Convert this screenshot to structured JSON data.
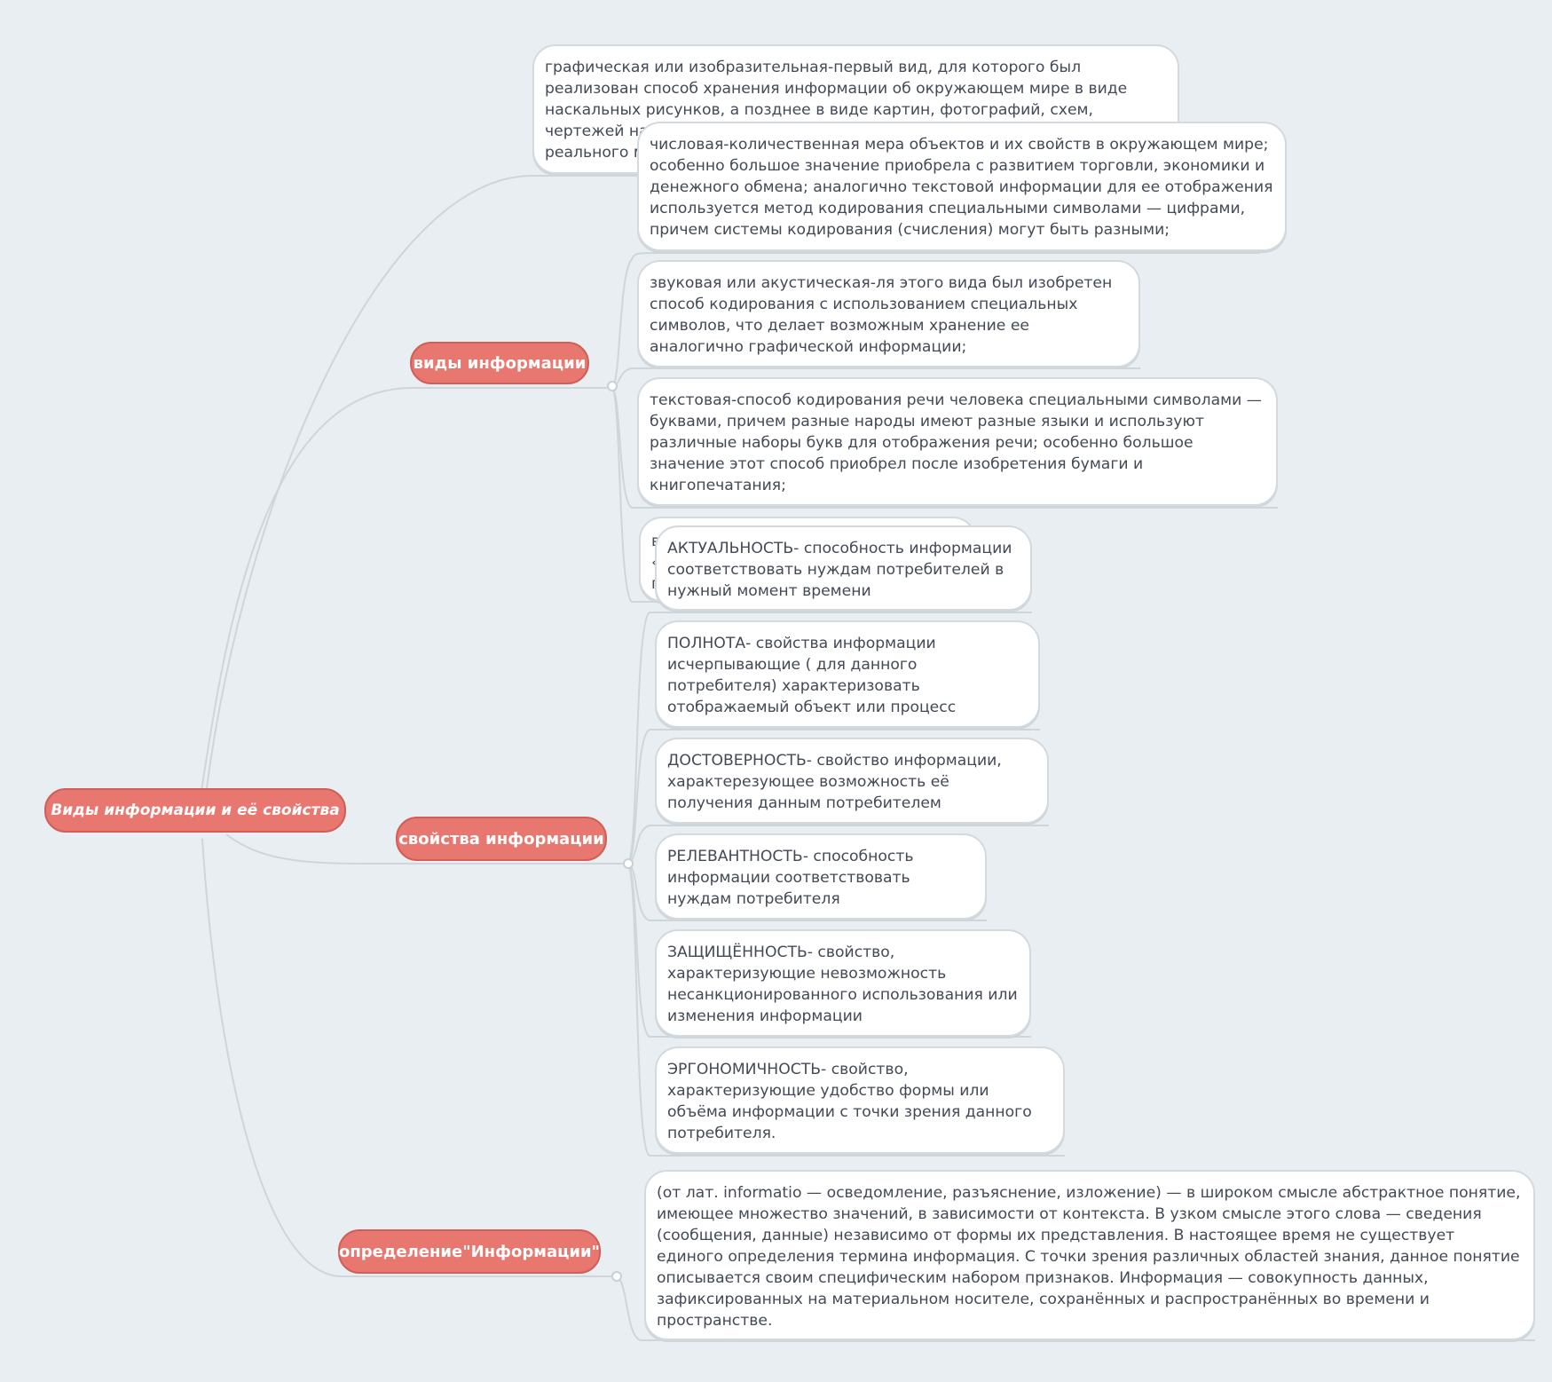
{
  "root": {
    "label": "Виды информации и её свойства"
  },
  "branches": {
    "types": {
      "label": "виды информации",
      "items": [
        "графическая или изобразительная-первый вид, для которого был реализован способ хранения информации об окружающем мире в виде наскальных рисунков, а позднее в виде картин, фотографий, схем, чертежей на бумаге, хо",
        "числовая-количественная мера объектов и их свойств в окружающем мире; особенно большое значение приобрела с развитием торговли, экономики и денежного обмена; аналогично текстовой информации для ее отображения используется метод кодирования специальными символами — цифрами, причем системы кодирования (счисления) могут быть разными;",
        "звуковая или акустическая-ля этого вида был изобретен способ кодирования с использованием специальных символов, что делает возможным хранение ее аналогично графической информации;",
        "текстовая-способ кодирования речи человека специальными символами — буквами, причем разные народы имеют разные языки и используют различные наборы букв для отображения речи; особенно большое значение этот способ приобрел после изобретения бумаги и книгопечатания;"
      ],
      "item0_tail": "реального м",
      "hidden_fragments": [
        "в",
        "«",
        "г"
      ]
    },
    "properties": {
      "label": "свойства информации",
      "items": [
        "АКТУАЛЬНОСТЬ- способность информации соответствовать нуждам потребителей в нужный момент времени",
        "ПОЛНОТА- свойства информации исчерпывающие ( для данного потребителя) характеризовать отображаемый объект или процесс",
        "ДОСТОВЕРНОСТЬ- свойство информации, характерезующее возможность её получения данным потребителем",
        "РЕЛЕВАНТНОСТЬ- способность информации соответствовать нуждам потребителя",
        "ЗАЩИЩЁННОСТЬ- свойство, характеризующие невозможность несанкционированного использования или изменения информации",
        "ЭРГОНОМИЧНОСТЬ- свойство, характеризующие удобство формы или объёма информации с точки зрения данного потребителя."
      ]
    },
    "definition": {
      "label": "определение\"Информации\"",
      "items": [
        "(от лат. informatio — осведомление, разъяснение, изложение) — в широком смысле абстрактное понятие, имеющее множество значений, в зависимости от контекста. В узком смысле этого слова — сведения (сообщения, данные) независимо от формы их представления. В настоящее время не существует единого определения термина информация. С точки зрения различных областей знания, данное понятие описывается своим специфическим набором признаков. Информация — совокупность данных, зафиксированных на материальном носителе, сохранённых и распространённых во времени и пространстве."
      ]
    }
  },
  "colors": {
    "background": "#e8eef1",
    "pill_fill": "#e8776f",
    "pill_border": "#cf5f58",
    "card_border": "#d4d9dd",
    "connector": "#cfd6da",
    "text": "#434a55"
  }
}
